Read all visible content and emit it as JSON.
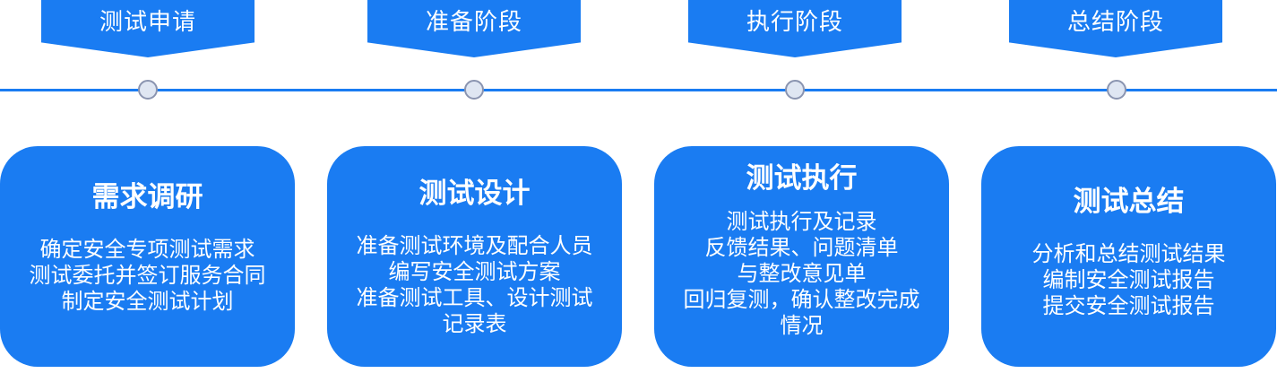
{
  "stages": [
    {
      "label": "测试申请"
    },
    {
      "label": "准备阶段"
    },
    {
      "label": "执行阶段"
    },
    {
      "label": "总结阶段"
    }
  ],
  "cards": [
    {
      "title": "需求调研",
      "lines": [
        "确定安全专项测试需求",
        "测试委托并签订服务合同",
        "制定安全测试计划"
      ]
    },
    {
      "title": "测试设计",
      "lines": [
        "准备测试环境及配合人员",
        "编写安全测试方案",
        "准备测试工具、设计测试",
        "记录表"
      ]
    },
    {
      "title": "测试执行",
      "lines": [
        "测试执行及记录",
        "反馈结果、问题清单",
        "与整改意见单",
        "回归复测，确认整改完成",
        "情况"
      ]
    },
    {
      "title": "测试总结",
      "lines": [
        "分析和总结测试结果",
        "编制安全测试报告",
        "提交安全测试报告"
      ]
    }
  ],
  "colors": {
    "primary": "#1a7cf2",
    "dot_fill": "#dfe6f2",
    "dot_border": "#8a94b0",
    "text": "#ffffff"
  }
}
